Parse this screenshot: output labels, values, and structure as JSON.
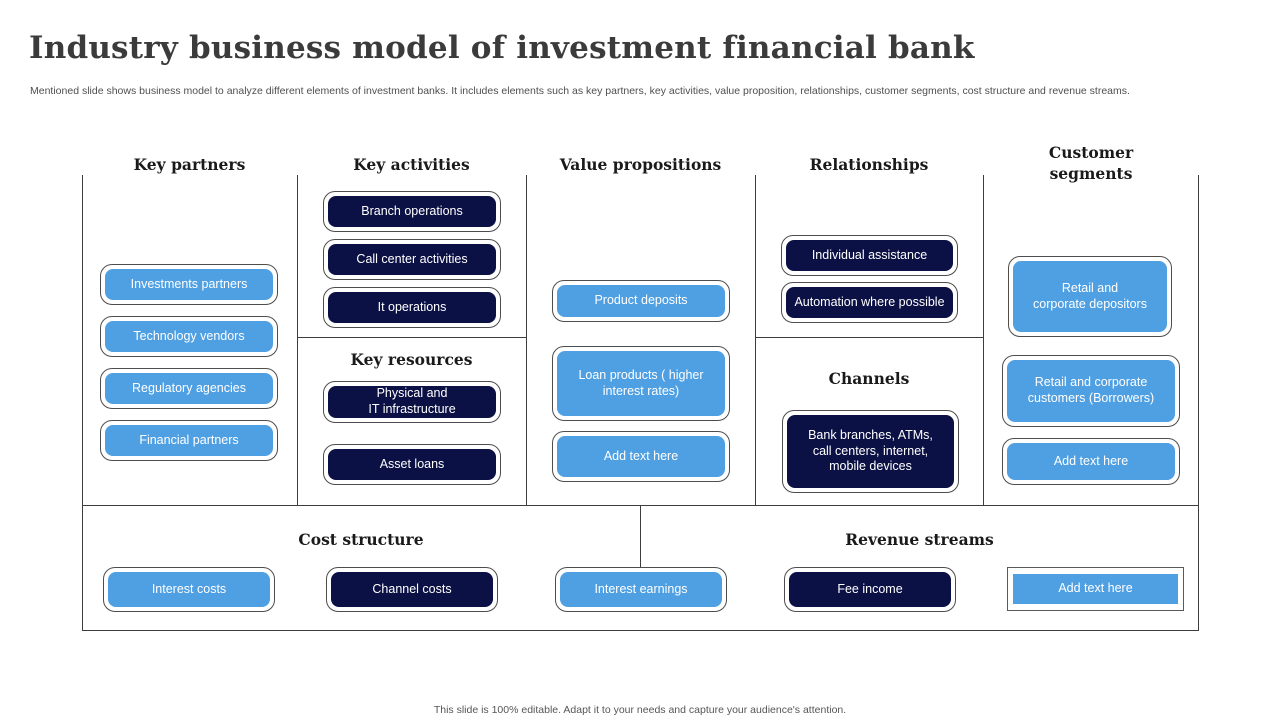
{
  "title": "Industry business model of investment financial bank",
  "subtitle": "Mentioned slide shows business model to analyze different elements of investment banks. It includes elements such as key partners, key activities, value proposition, relationships, customer segments, cost structure and revenue streams.",
  "footer": "This slide is 100% editable. Adapt it to your needs and capture your audience's attention.",
  "colors": {
    "accent_blue": "#4f9fe3",
    "accent_navy": "#0c1145",
    "grid_line": "#3d3d3d"
  },
  "grid": {
    "key_partners": {
      "header": "Key partners",
      "items": [
        "Investments partners",
        "Technology vendors",
        "Regulatory agencies",
        "Financial partners"
      ]
    },
    "key_activities": {
      "header": "Key activities",
      "items": [
        "Branch operations",
        "Call center activities",
        "It operations"
      ]
    },
    "key_resources": {
      "header": "Key resources",
      "items": [
        "Physical and\nIT infrastructure",
        "Asset loans"
      ]
    },
    "value_propositions": {
      "header": "Value propositions",
      "items": [
        "Product deposits",
        "Loan products ( higher\ninterest rates)",
        "Add text here"
      ]
    },
    "relationships": {
      "header": "Relationships",
      "items": [
        "Individual assistance",
        "Automation where possible"
      ]
    },
    "channels": {
      "header": "Channels",
      "items": [
        "Bank branches, ATMs,\ncall centers, internet,\nmobile devices"
      ]
    },
    "customer_segments": {
      "header": "Customer segments",
      "items": [
        "Retail and\ncorporate depositors",
        "Retail and corporate\ncustomers (Borrowers)",
        "Add text here"
      ]
    },
    "cost_structure": {
      "header": "Cost structure",
      "items": [
        "Interest costs",
        "Channel costs"
      ]
    },
    "revenue_streams": {
      "header": "Revenue streams",
      "items": [
        "Interest earnings",
        "Fee income",
        "Add text here"
      ]
    }
  }
}
